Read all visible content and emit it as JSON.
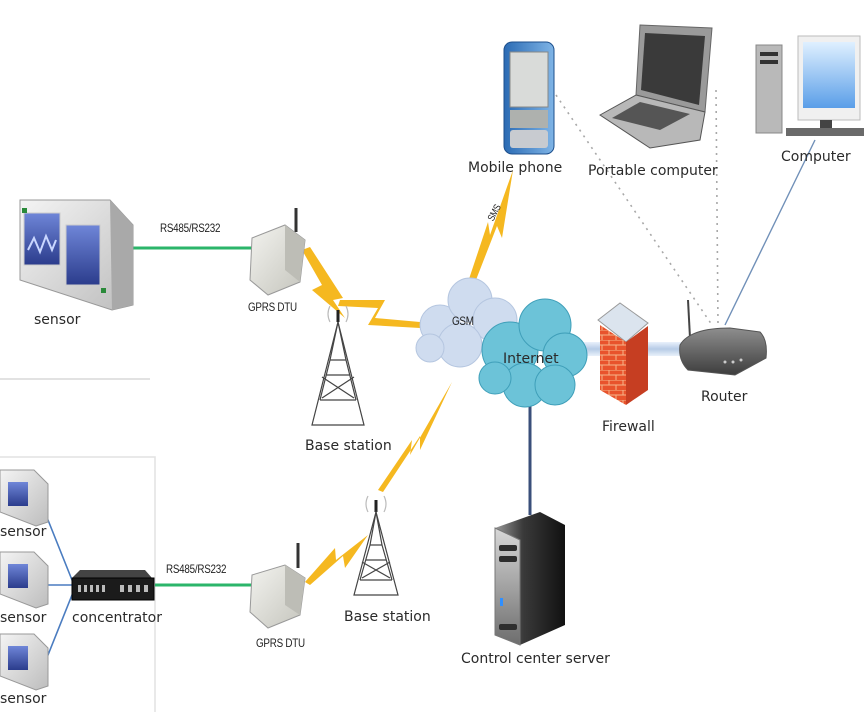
{
  "title": "GPRS DTU sensor data acquisition network topology",
  "nodes": {
    "sensor_top": "sensor",
    "gprs_dtu_top": "GPRS  DTU",
    "base_station_top": "Base station",
    "gsm": "GSM",
    "internet": "Internet",
    "mobile_phone": "Mobile phone",
    "portable_computer": "Portable computer",
    "computer": "Computer",
    "router": "Router",
    "firewall": "Firewall",
    "control_center_server": "Control center server",
    "sensors_bottom": [
      "sensor",
      "sensor",
      "sensor"
    ],
    "concentrator": "concentrator",
    "gprs_dtu_bottom": "GPRS  DTU",
    "base_station_bottom": "Base station"
  },
  "links": {
    "serial_top": "RS485/RS232",
    "serial_bottom": "RS485/RS232",
    "sms": "SMS"
  },
  "colors": {
    "serial_link": "#2bb56a",
    "lightning": "#f5b820",
    "internet_cloud": "#6cc3d8",
    "gsm_cloud": "#cfdcef",
    "firewall_brick": "#e0452a",
    "wired_link": "#4a6fa8"
  }
}
